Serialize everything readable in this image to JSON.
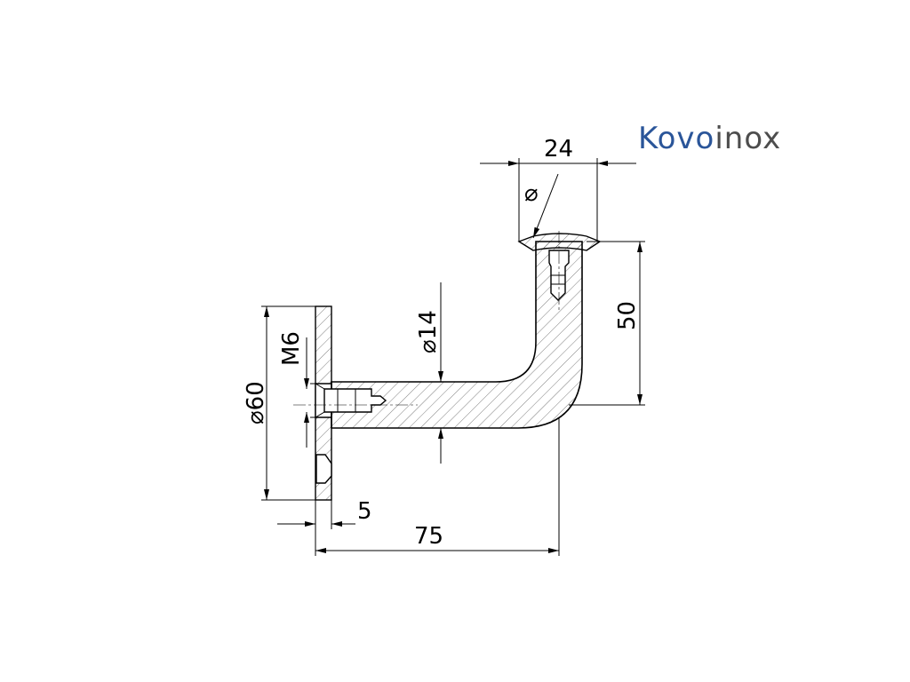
{
  "brand": {
    "logo_part1": "Kovo",
    "logo_part2": "inox",
    "color_part1": "#2a5599",
    "color_part2": "#4d4d4d"
  },
  "dimensions": {
    "pipe_diameter_label": "⌀",
    "saddle_width": "24",
    "arm_diameter": "⌀14",
    "vertical_height": "50",
    "plate_diameter": "⌀60",
    "thread": "M6",
    "plate_thickness": "5",
    "overall_length": "75"
  }
}
